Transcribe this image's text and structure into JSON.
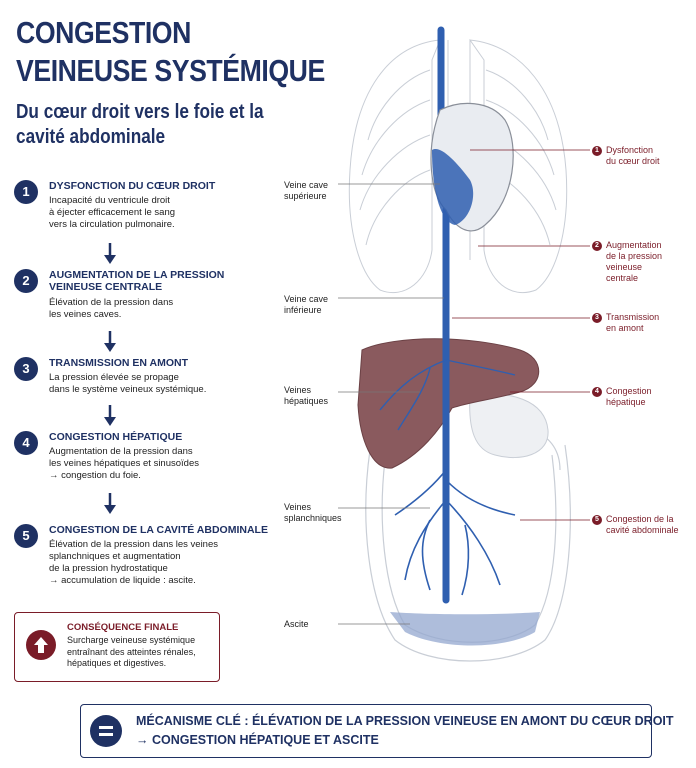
{
  "title": "CONGESTION VEINEUSE SYSTÉMIQUE",
  "subtitle": "Du cœur droit vers le foie et la cavité abdominale",
  "steps": [
    {
      "num": "1",
      "head": "DYSFONCTION DU CŒUR DROIT",
      "desc": "Incapacité du ventricule droit\nà éjecter efficacement le sang\nvers la circulation pulmonaire."
    },
    {
      "num": "2",
      "head": "AUGMENTATION DE LA PRESSION\nVEINEUSE CENTRALE",
      "desc": "Élévation de la pression dans\nles veines caves."
    },
    {
      "num": "3",
      "head": "TRANSMISSION EN AMONT",
      "desc": "La pression élevée se propage\ndans le système veineux systémique."
    },
    {
      "num": "4",
      "head": "CONGESTION HÉPATIQUE",
      "desc": "Augmentation de la pression dans\nles veines hépatiques et sinusoïdes\n→ congestion du foie."
    },
    {
      "num": "5",
      "head": "CONGESTION DE LA CAVITÉ ABDOMINALE",
      "desc": "Élévation de la pression dans les veines\nsplanchniques et augmentation\nde la pression hydrostatique\n→ accumulation de liquide : ascite."
    }
  ],
  "consequence": {
    "head": "CONSÉQUENCE FINALE",
    "desc": "Surcharge veineuse systémique\nentraînant des atteintes rénales,\nhépatiques et digestives.",
    "icon": "arrow-up-icon"
  },
  "key": {
    "line1": "MÉCANISME CLÉ : ÉLÉVATION DE LA PRESSION VEINEUSE EN AMONT DU CŒUR DROIT",
    "line2": "→ CONGESTION HÉPATIQUE ET ASCITE",
    "icon": "equals-icon"
  },
  "labels_left": {
    "vcs": "Veine cave\nsupérieure",
    "vci": "Veine cave\ninférieure",
    "hep": "Veines\nhépatiques",
    "spl": "Veines\nsplanchniques",
    "asc": "Ascite"
  },
  "labels_right": [
    {
      "num": "1",
      "text": "Dysfonction\ndu cœur droit"
    },
    {
      "num": "2",
      "text": "Augmentation\nde la pression veineuse\ncentrale"
    },
    {
      "num": "3",
      "text": "Transmission\nen amont"
    },
    {
      "num": "4",
      "text": "Congestion\nhépatique"
    },
    {
      "num": "5",
      "text": "Congestion de la\ncavité abdominale"
    }
  ],
  "colors": {
    "navy": "#1f3163",
    "burgundy": "#7a1c28",
    "vein": "#2f5fb0",
    "liver": "#8a5a5e"
  }
}
